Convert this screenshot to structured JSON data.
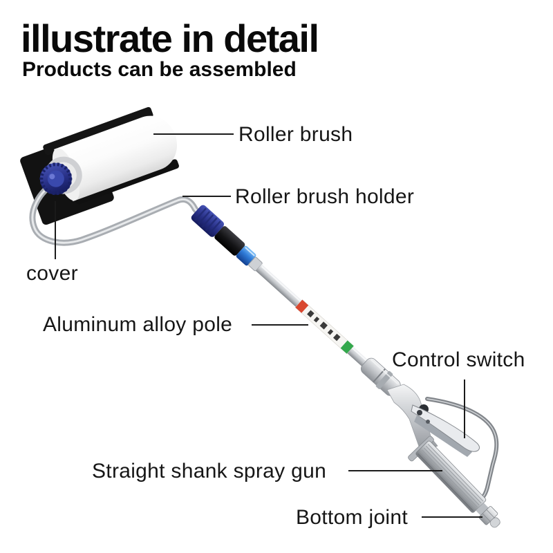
{
  "header": {
    "title": "illustrate in detail",
    "subtitle": "Products can be assembled"
  },
  "annotations": {
    "roller_brush": "Roller brush",
    "roller_brush_holder": "Roller brush holder",
    "cover": "cover",
    "aluminum_alloy_pole": "Aluminum alloy pole",
    "control_switch": "Control switch",
    "straight_shank_spray_gun": "Straight shank spray gun",
    "bottom_joint": "Bottom joint"
  },
  "colors": {
    "background": "#ffffff",
    "text": "#161616",
    "leader_line": "#1a1a1a",
    "cover_black": "#121212",
    "roller_white": "#fbfbfb",
    "cap_navy": "#2a3590",
    "connector_navy": "#2b3490",
    "connector_black": "#161618",
    "ring_blue": "#2f7bd8",
    "band_red": "#d9472f",
    "band_green": "#33a84c",
    "metal_silver": "#c3c6ca"
  }
}
